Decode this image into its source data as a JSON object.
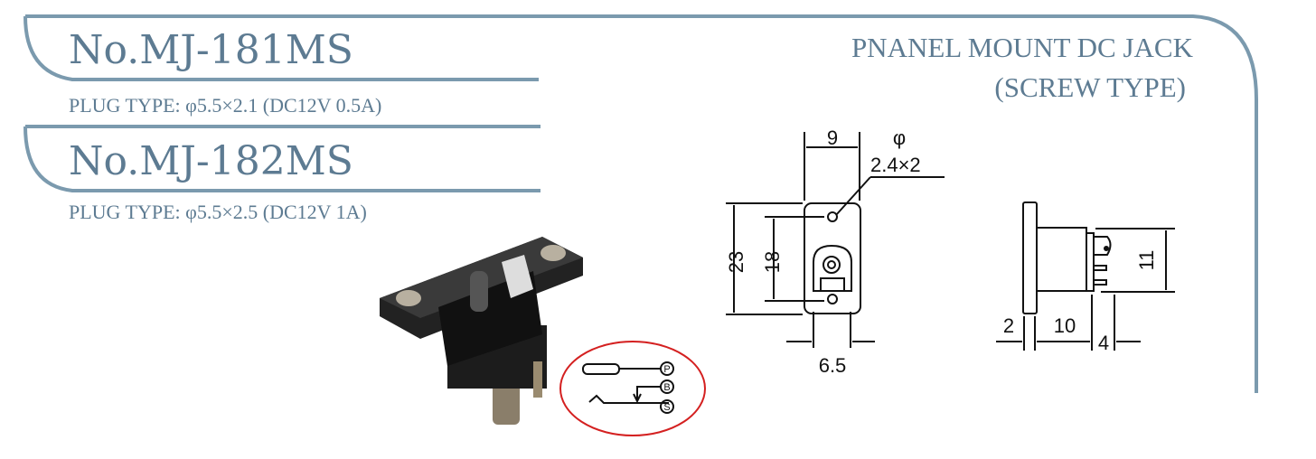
{
  "models": [
    {
      "number": "No.MJ-181MS",
      "plug_type": "PLUG TYPE: φ5.5×2.1 (DC12V 0.5A)"
    },
    {
      "number": "No.MJ-182MS",
      "plug_type": "PLUG TYPE: φ5.5×2.5 (DC12V 1A)"
    }
  ],
  "heading": {
    "line1": "PNANEL MOUNT DC JACK",
    "line2": "(SCREW TYPE)"
  },
  "front_view": {
    "width": "9",
    "hole_phi": "φ",
    "hole": "2.4×2",
    "height": "23",
    "hole_pitch": "18",
    "jack_width": "6.5"
  },
  "side_view": {
    "flange": "2",
    "body": "10",
    "terminal": "4",
    "height": "11"
  },
  "terminals": [
    "P",
    "B",
    "S"
  ],
  "colors": {
    "frame": "#7b9aae",
    "title": "#5d7b92",
    "circle": "#d42020"
  }
}
